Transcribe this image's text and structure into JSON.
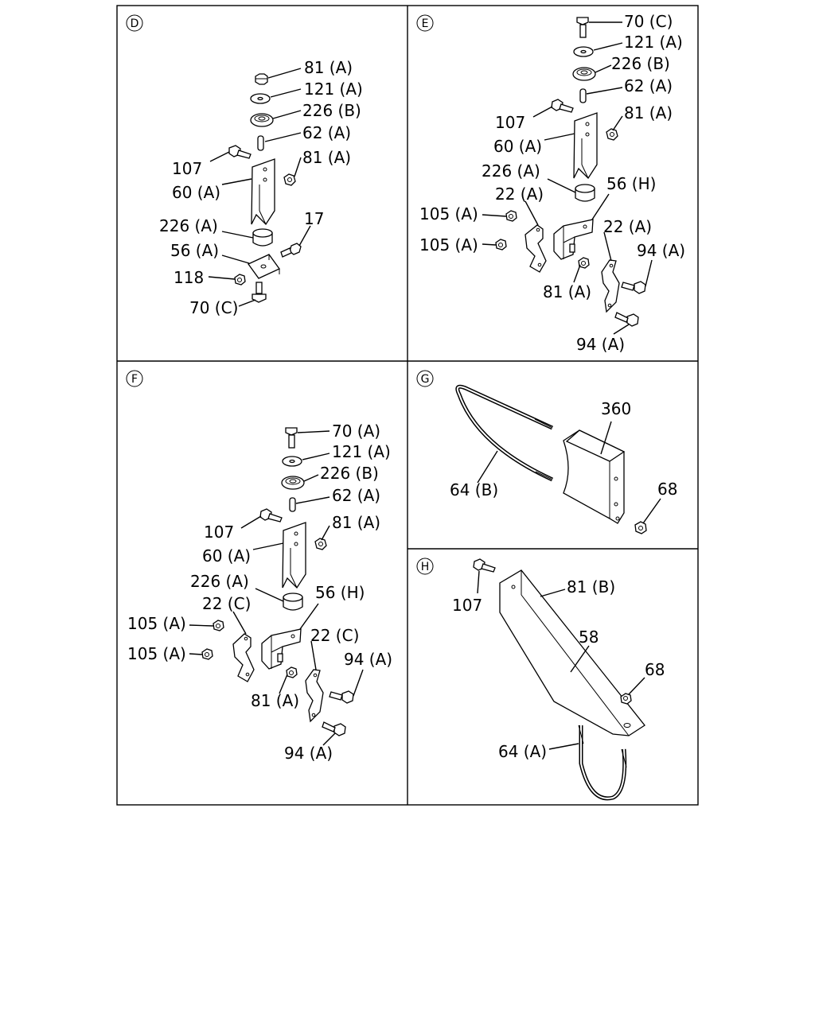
{
  "panels": [
    {
      "id": "D",
      "labels": [
        "81 (A)",
        "121 (A)",
        "226 (B)",
        "62 (A)",
        "81 (A)",
        "107",
        "60 (A)",
        "226 (A)",
        "17",
        "56 (A)",
        "118",
        "70 (C)"
      ]
    },
    {
      "id": "E",
      "labels": [
        "70 (C)",
        "121 (A)",
        "226 (B)",
        "62 (A)",
        "107",
        "81 (A)",
        "60 (A)",
        "226 (A)",
        "56 (H)",
        "22 (A)",
        "105 (A)",
        "22 (A)",
        "105 (A)",
        "94 (A)",
        "81 (A)",
        "94 (A)"
      ]
    },
    {
      "id": "F",
      "labels": [
        "70 (A)",
        "121 (A)",
        "226 (B)",
        "62 (A)",
        "107",
        "81 (A)",
        "60 (A)",
        "226 (A)",
        "56 (H)",
        "22 (C)",
        "105 (A)",
        "22 (C)",
        "105 (A)",
        "94 (A)",
        "81 (A)",
        "94 (A)"
      ]
    },
    {
      "id": "G",
      "labels": [
        "360",
        "64 (B)",
        "68"
      ]
    },
    {
      "id": "H",
      "labels": [
        "107",
        "81 (B)",
        "58",
        "68",
        "64 (A)"
      ]
    }
  ]
}
